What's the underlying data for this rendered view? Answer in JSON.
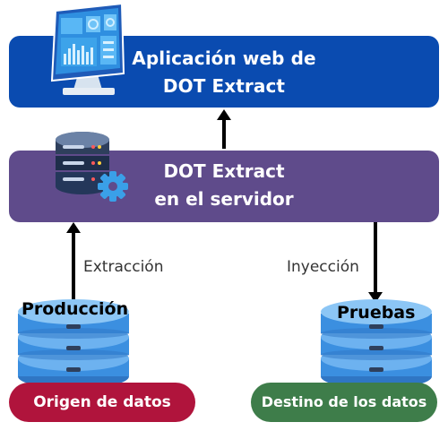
{
  "webapp": {
    "title_line1": "Aplicación web de",
    "title_line2": "DOT Extract"
  },
  "server": {
    "title_line1": "DOT Extract",
    "title_line2": "en el servidor"
  },
  "flows": {
    "extraction": "Extracción",
    "injection": "Inyección"
  },
  "source_db": {
    "title": "Producción",
    "badge": "Origen de datos"
  },
  "target_db": {
    "title": "Pruebas",
    "badge": "Destino de los datos"
  },
  "colors": {
    "webapp": "#0a4bb0",
    "server": "#5f4b8b",
    "database": "#3b8fe0",
    "source_badge": "#b0143c",
    "target_badge": "#3e7d4a"
  },
  "icons": [
    "monitor-dashboard-icon",
    "server-gear-icon",
    "database-icon"
  ]
}
